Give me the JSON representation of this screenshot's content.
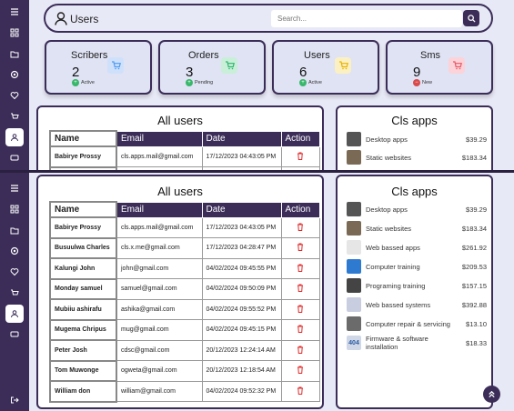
{
  "header": {
    "title": "Users",
    "search_placeholder": "Search..."
  },
  "cards": [
    {
      "title": "Scribers",
      "value": "2",
      "status": "Active",
      "accent": "#4f9bf0",
      "badge": "#38b76b",
      "bg": "#cfe0fb"
    },
    {
      "title": "Orders",
      "value": "3",
      "status": "Pending",
      "accent": "#2fb56f",
      "badge": "#38b76b",
      "bg": "#c9efd9"
    },
    {
      "title": "Users",
      "value": "6",
      "status": "Active",
      "accent": "#e8b400",
      "badge": "#38b76b",
      "bg": "#fbf0c2"
    },
    {
      "title": "Sms",
      "value": "9",
      "status": "New",
      "accent": "#e85a6a",
      "badge": "#d94a4a",
      "bg": "#fbd3d8"
    }
  ],
  "users_table": {
    "title": "All users",
    "columns": [
      "Name",
      "Email",
      "Date",
      "Action"
    ],
    "rows": [
      {
        "name": "Babirye Prossy",
        "email": "cls.apps.mail@gmail.com",
        "date": "17/12/2023 04:43:05 PM"
      },
      {
        "name": "Busuulwa Charles",
        "email": "cls.x.me@gmail.com",
        "date": "17/12/2023 04:28:47 PM"
      },
      {
        "name": "Kalungi John",
        "email": "john@gmail.com",
        "date": "04/02/2024 09:45:55 PM"
      },
      {
        "name": "Monday samuel",
        "email": "samuel@gmail.com",
        "date": "04/02/2024 09:50:09 PM"
      },
      {
        "name": "Mubiiu ashirafu",
        "email": "ashika@gmail.com",
        "date": "04/02/2024 09:55:52 PM"
      },
      {
        "name": "Mugema Chripus",
        "email": "mug@gmail.com",
        "date": "04/02/2024 09:45:15 PM"
      },
      {
        "name": "Peter Josh",
        "email": "cdsc@gmail.com",
        "date": "20/12/2023 12:24:14 AM"
      },
      {
        "name": "Tom Muwonge",
        "email": "ogweta@gmail.com",
        "date": "20/12/2023 12:18:54 AM"
      },
      {
        "name": "William don",
        "email": "william@gmail.com",
        "date": "04/02/2024 09:52:32 PM"
      }
    ]
  },
  "apps": {
    "title": "Cls apps",
    "items": [
      {
        "name": "Desktop apps",
        "price": "$39.29",
        "icon": "desktop-apps-thumbnail-icon",
        "color": "#555"
      },
      {
        "name": "Static websites",
        "price": "$183.34",
        "icon": "static-websites-thumbnail-icon",
        "color": "#7a6a55"
      },
      {
        "name": "Web bassed apps",
        "price": "$261.92",
        "icon": "web-apps-thumbnail-icon",
        "color": "#e6e6e6"
      },
      {
        "name": "Computer training",
        "price": "$209.53",
        "icon": "computer-training-thumbnail-icon",
        "color": "#2f7ad1"
      },
      {
        "name": "Programing training",
        "price": "$157.15",
        "icon": "programming-training-thumbnail-icon",
        "color": "#444"
      },
      {
        "name": "Web bassed systems",
        "price": "$392.88",
        "icon": "web-systems-thumbnail-icon",
        "color": "#c9cde0"
      },
      {
        "name": "Computer repair & servicing",
        "price": "$13.10",
        "icon": "computer-repair-thumbnail-icon",
        "color": "#6b6b6b"
      },
      {
        "name": "Firmware & software installation",
        "price": "$18.33",
        "icon": "firmware-thumbnail-icon",
        "color": "#d0d8e8",
        "icon_text": "404"
      }
    ]
  },
  "sidebar": {
    "items": [
      "menu-icon",
      "dashboard-icon",
      "folder-icon",
      "settings-icon",
      "heart-icon",
      "cart-icon",
      "user-icon",
      "messages-icon"
    ],
    "active": "user-icon",
    "logout": "logout-icon"
  }
}
